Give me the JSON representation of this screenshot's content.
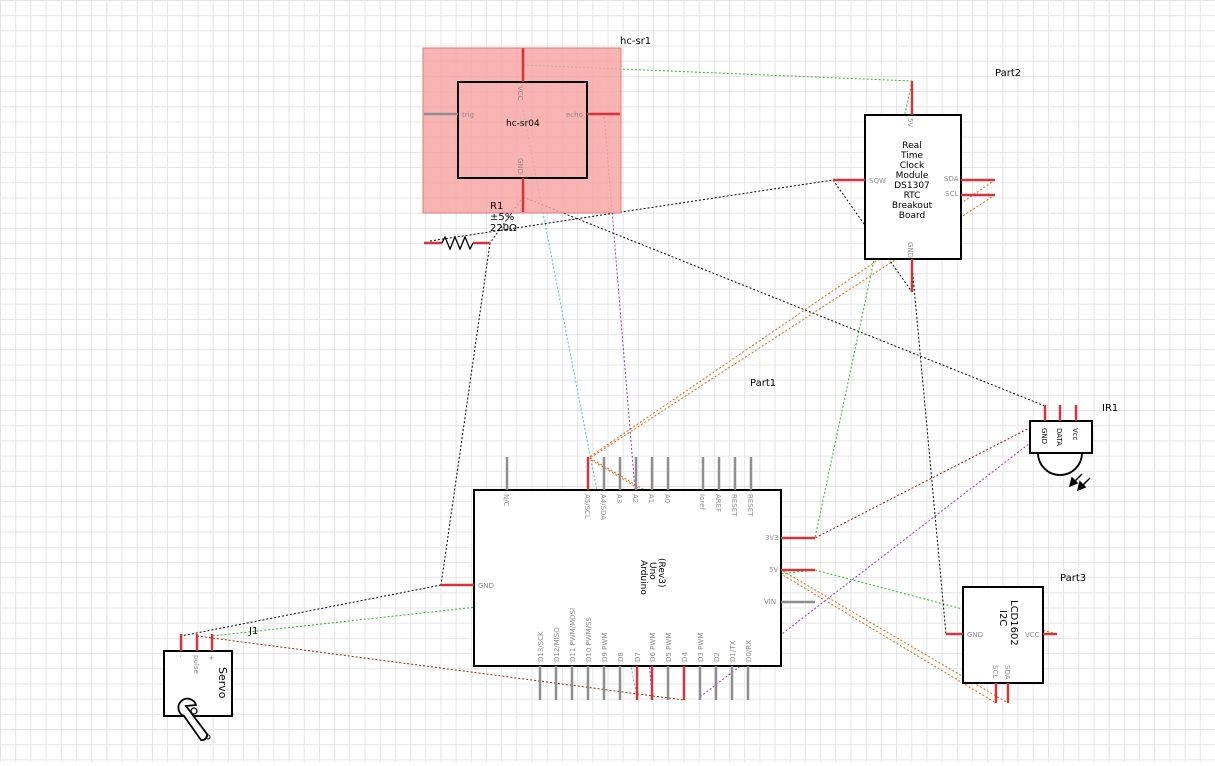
{
  "parts": {
    "hcsr": {
      "name": "hc-sr1",
      "chip": "hc-sr04",
      "pins": {
        "vcc": "VCC",
        "trig": "trig",
        "echo": "echo",
        "gnd": "GND"
      },
      "highlight": "#f7a6a6"
    },
    "rtc": {
      "name": "Part2",
      "lines": [
        "Real",
        "Time",
        "Clock",
        "Module",
        "DS1307",
        "RTC",
        "Breakout",
        "Board"
      ],
      "pins": {
        "vcc": "5V",
        "sqw": "SQW",
        "sda": "SDA",
        "scl": "SCL",
        "gnd": "GND"
      }
    },
    "resistor": {
      "name": "R1",
      "tolerance": "±5%",
      "value": "220Ω"
    },
    "arduino": {
      "name": "Part1",
      "chip": [
        "Arduino",
        "Uno",
        "(Rev3)"
      ],
      "top_pins": [
        "N/C",
        "A5/SCL",
        "A4/SDA",
        "A3",
        "A2",
        "A1",
        "A0",
        "Ioref",
        "AREF",
        "RESET"
      ],
      "bottom_pins": [
        "D13/SCK",
        "D12/MISO",
        "D11 PWM/MOSI",
        "D10 PWM/SS",
        "D9 PWM",
        "D8",
        "D7",
        "D6 PWM",
        "D5 PWM",
        "D4",
        "D3 PWM",
        "D2",
        "D1/TX",
        "D0/RX"
      ],
      "left_pins": [
        "GND"
      ],
      "right_pins": [
        "3V3",
        "5V",
        "VIN"
      ]
    },
    "ir": {
      "name": "IR1",
      "pins": [
        "GND",
        "DATA",
        "Vcc"
      ]
    },
    "lcd": {
      "name": "Part3",
      "chip": [
        "LCD1602",
        "I2C"
      ],
      "pins": {
        "gnd": "GND",
        "vcc": "VCC",
        "scl": "SCL",
        "sda": "SDA"
      }
    },
    "servo": {
      "name": "J1",
      "chip": "Servo",
      "pins": [
        "-",
        "pulse",
        "+"
      ]
    }
  },
  "colors": {
    "pin": "#d8323a",
    "wire_black": "#000000",
    "wire_green": "#22bb22",
    "wire_cyan": "#33ccbb",
    "wire_purple": "#9933cc",
    "wire_orange": "#dd6600",
    "wire_brown": "#8b2a00",
    "wire_red": "#aa1111"
  }
}
